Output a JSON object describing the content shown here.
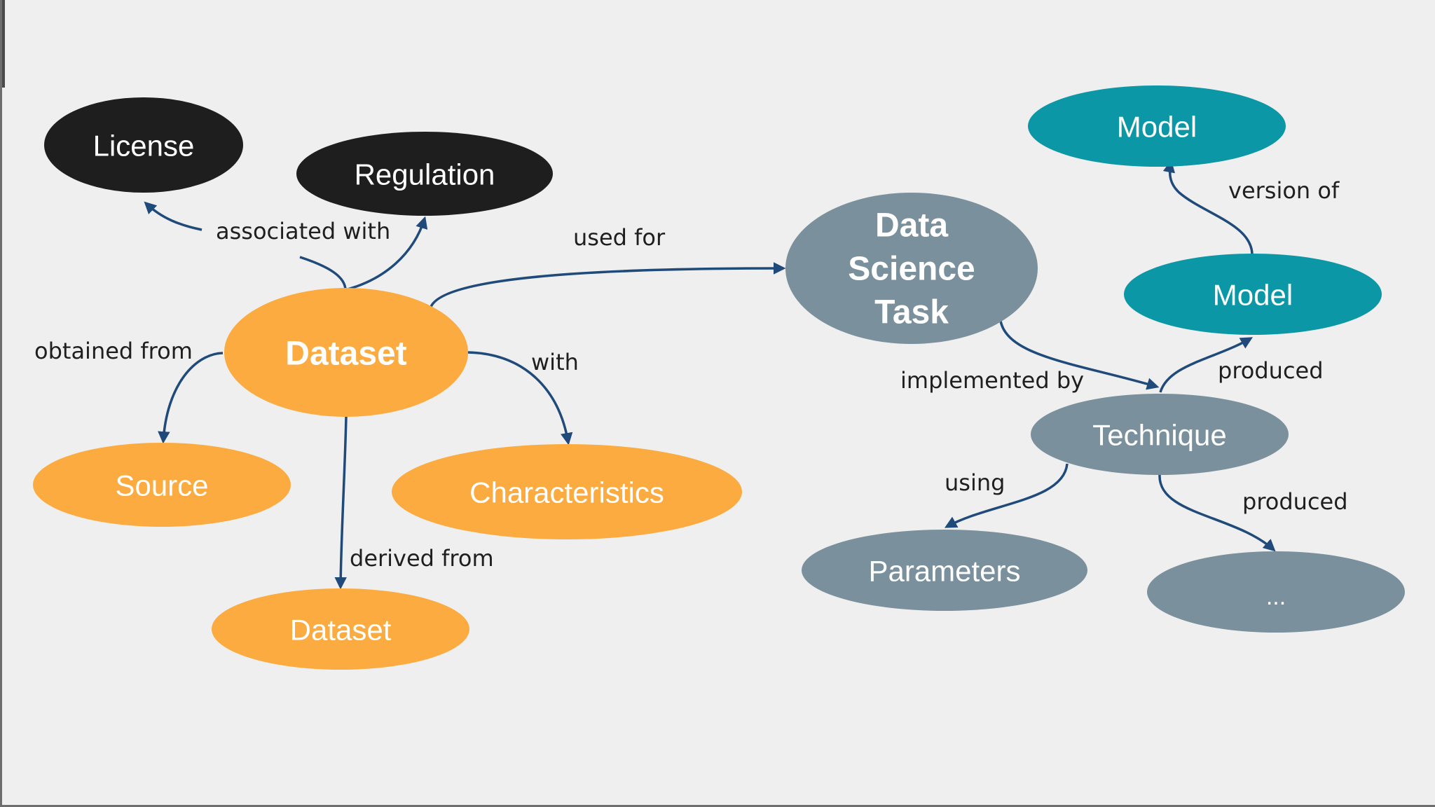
{
  "colors": {
    "dataset": "#fbab3f",
    "dark": "#1e1e1e",
    "slate": "#7a909c",
    "teal": "#0b97a6",
    "edge": "#1f4a7a"
  },
  "nodes": {
    "license": "License",
    "regulation": "Regulation",
    "dataset_main": "Dataset",
    "source": "Source",
    "characteristics": "Characteristics",
    "dataset_derived": "Dataset",
    "data_science_task": [
      "Data",
      "Science",
      "Task"
    ],
    "model_top": "Model",
    "model_mid": "Model",
    "technique": "Technique",
    "parameters": "Parameters",
    "ellipsis": "..."
  },
  "edges": {
    "associated_with": "associated with",
    "used_for": "used for",
    "obtained_from": "obtained from",
    "with": "with",
    "derived_from": "derived from",
    "version_of": "version of",
    "implemented_by": "implemented by",
    "produced_model": "produced",
    "using": "using",
    "produced_other": "produced"
  }
}
